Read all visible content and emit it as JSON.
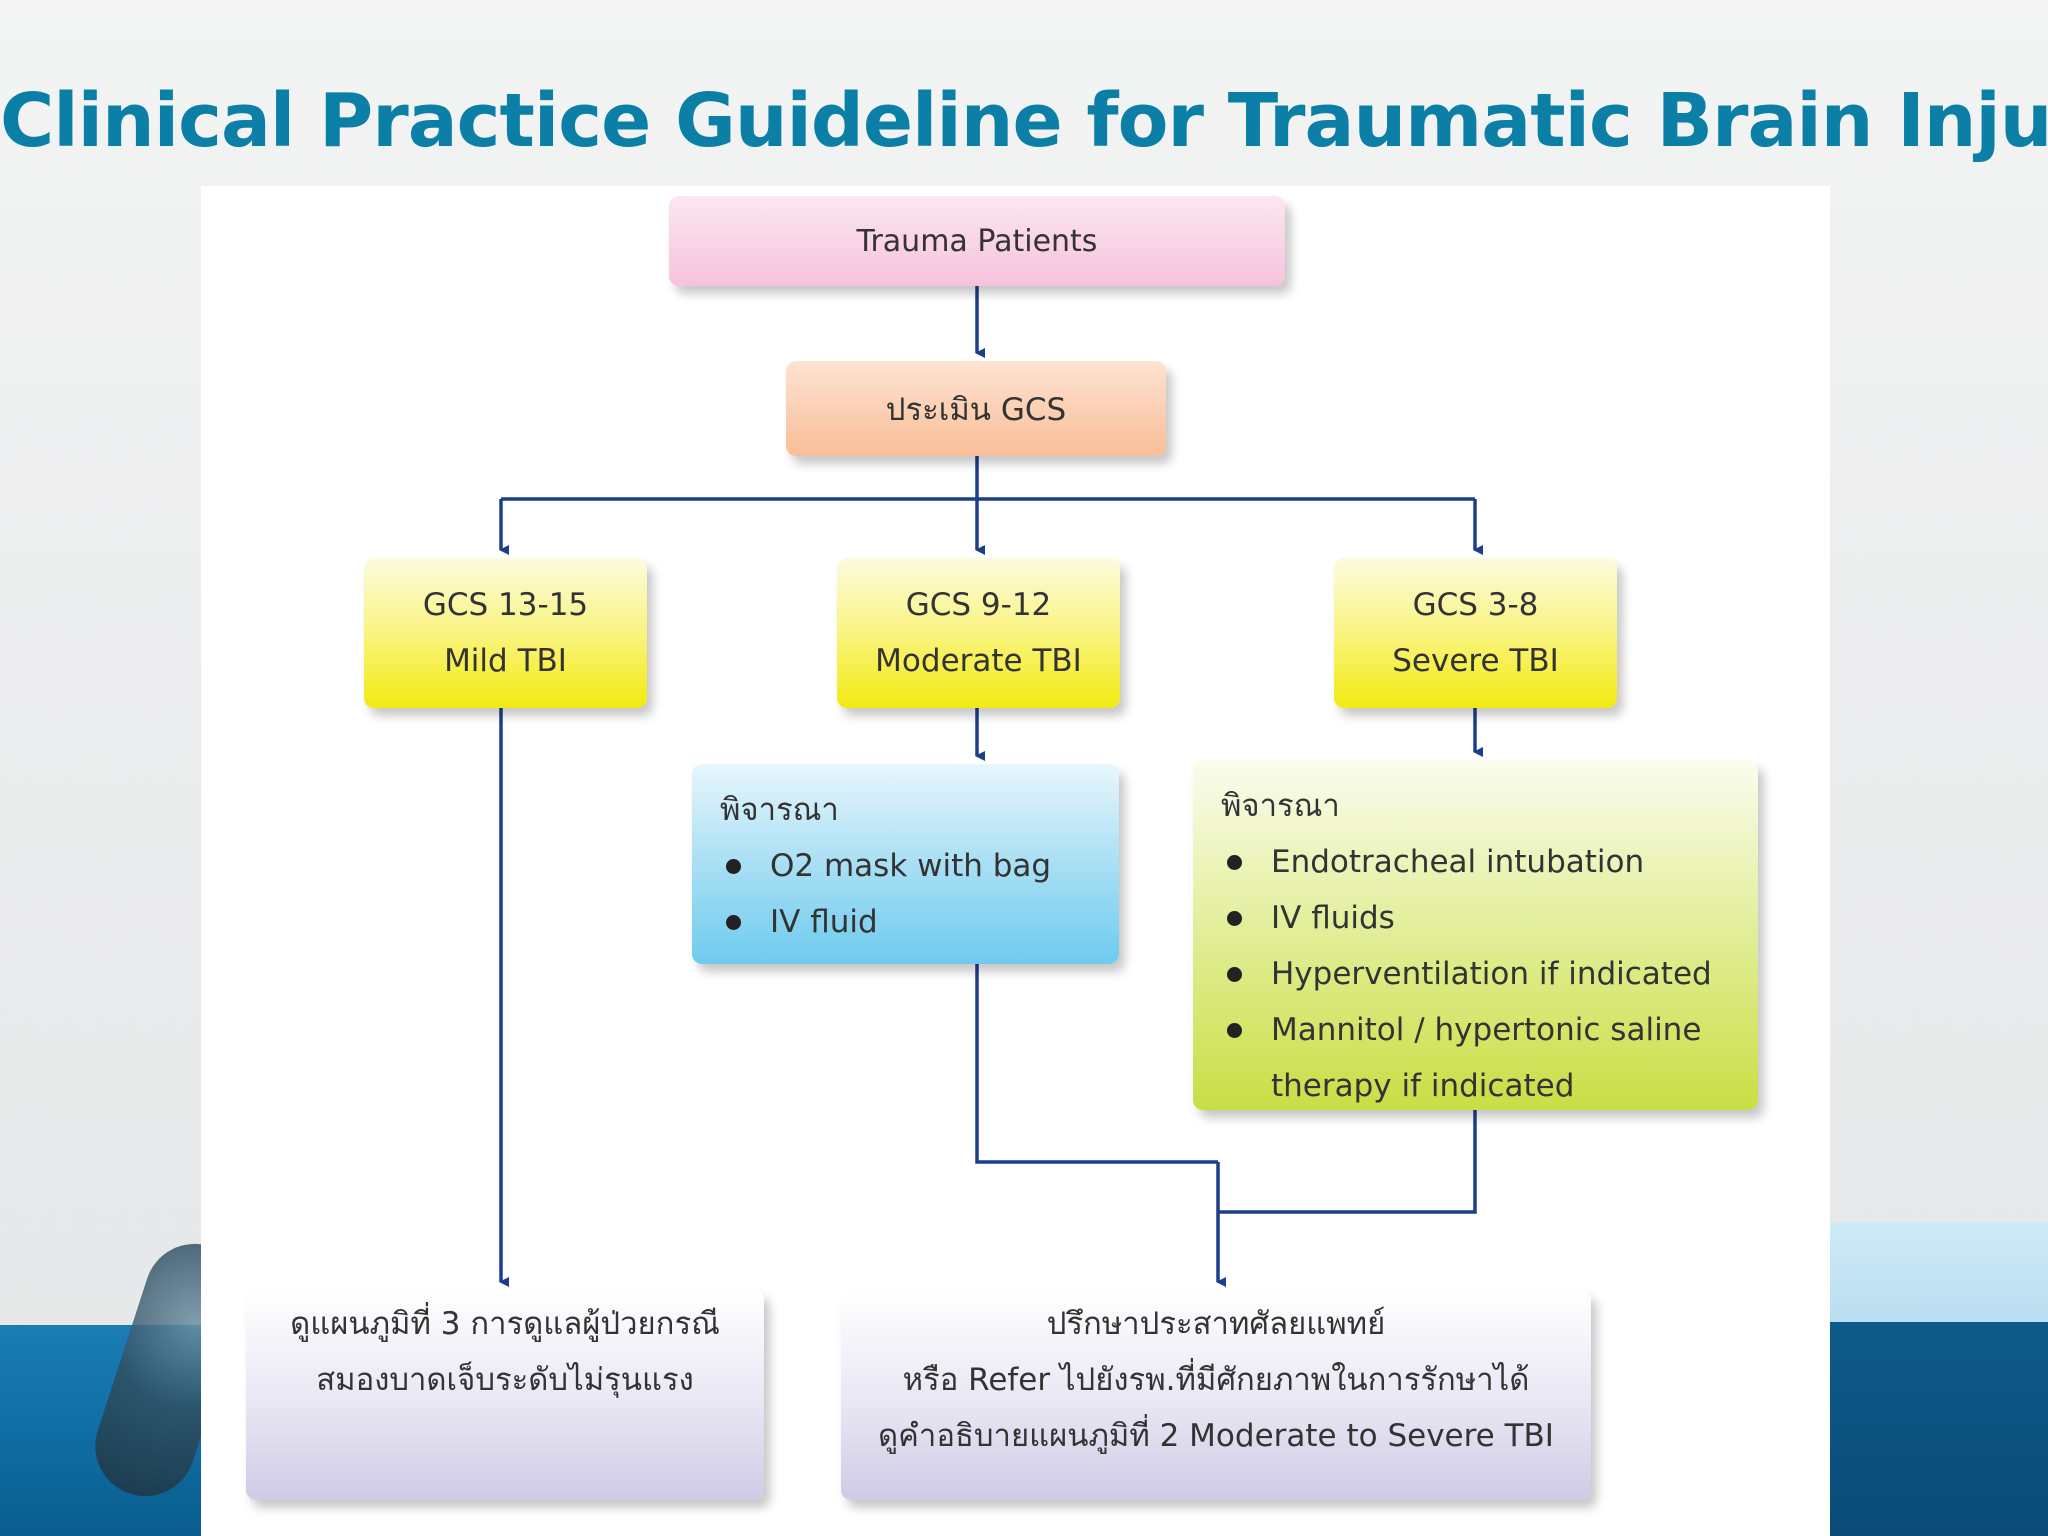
{
  "title": "Clinical Practice Guideline for Traumatic Brain Injury",
  "flowchart": {
    "start": "Trauma Patients",
    "assess": "ประเมิน GCS",
    "branches": {
      "mild": {
        "line1": "GCS 13-15",
        "line2": "Mild TBI"
      },
      "moderate": {
        "line1": "GCS 9-12",
        "line2": "Moderate TBI"
      },
      "severe": {
        "line1": "GCS 3-8",
        "line2": "Severe TBI"
      }
    },
    "moderate_consider": {
      "label": "พิจารณา",
      "items": [
        "O2 mask with bag",
        "IV fluid"
      ]
    },
    "severe_consider": {
      "label": "พิจารณา",
      "items": [
        "Endotracheal intubation",
        "IV fluids",
        "Hyperventilation if indicated",
        "Mannitol / hypertonic saline",
        "therapy if indicated"
      ]
    },
    "mild_outcome": {
      "line1": "ดูแผนภูมิที่ 3 การดูแลผู้ป่วยกรณี",
      "line2": "สมองบาดเจ็บระดับไม่รุนแรง"
    },
    "severe_outcome": {
      "line1": "ปรึกษาประสาทศัลยแพทย์",
      "line2": "หรือ Refer ไปยังรพ.ที่มีศักยภาพในการรักษาได้",
      "line3": "ดูคำอธิบายแผนภูมิที่ 2 Moderate to Severe TBI"
    }
  },
  "colors": {
    "title": "#0b7fa6",
    "arrow": "#1d3f8a"
  }
}
